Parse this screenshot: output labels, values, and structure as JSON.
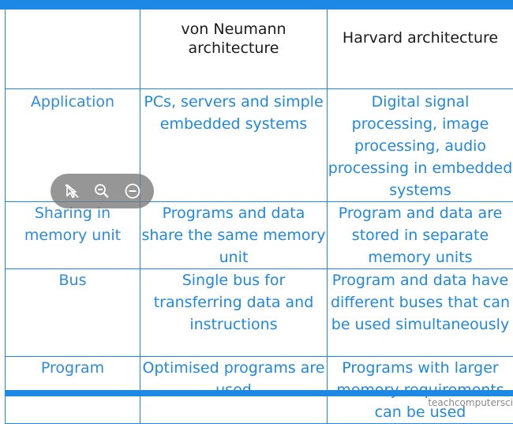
{
  "table": {
    "header": {
      "blank": "",
      "von_neumann": "von Neumann architecture",
      "harvard": "Harvard architecture"
    },
    "rows": [
      {
        "category": "Application",
        "von_neumann": "PCs, servers and simple embedded systems",
        "harvard": "Digital signal processing, image processing, audio processing in embedded systems"
      },
      {
        "category": "Sharing in memory unit",
        "von_neumann": "Programs and data share the same memory unit",
        "harvard": "Program and data are stored in separate memory units"
      },
      {
        "category": "Bus",
        "von_neumann": "Single bus for transferring data and instructions",
        "harvard": "Program and data have different buses that can be used simultaneously"
      },
      {
        "category": "Program",
        "von_neumann": "Optimised programs are used",
        "harvard": "Programs with larger memory requirements can be used"
      }
    ]
  },
  "toolbar": {
    "buttons": [
      "cursor-off-icon",
      "zoom-out-icon",
      "minus-circle-icon"
    ]
  },
  "watermark": "teachcomputersci",
  "colors": {
    "accent": "#1e88e5",
    "header_text": "#1a1a1a",
    "toolbar_bg": "#787878"
  }
}
